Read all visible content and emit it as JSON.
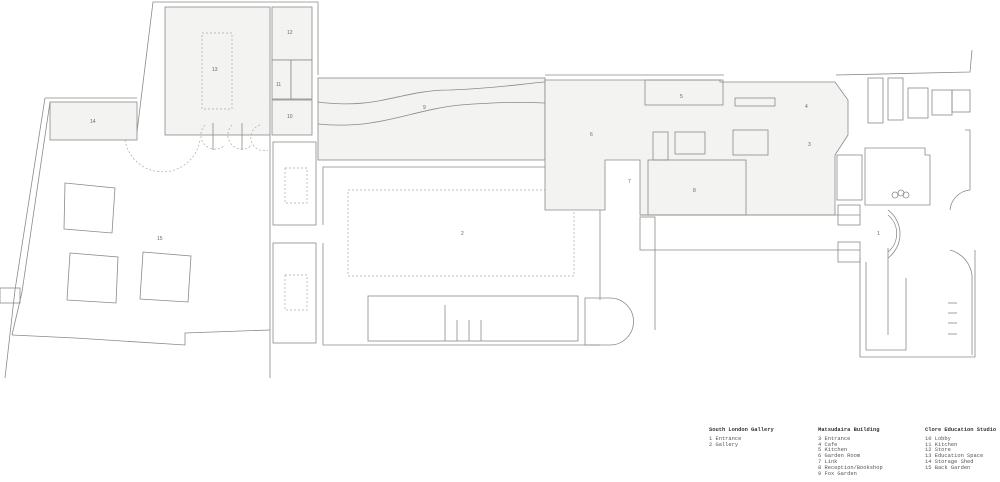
{
  "rooms": {
    "r1": "1",
    "r2": "2",
    "r3": "3",
    "r4": "4",
    "r5": "5",
    "r6": "6",
    "r7": "7",
    "r8": "8",
    "r9": "9",
    "r10": "10",
    "r11": "11",
    "r12": "12",
    "r13": "13",
    "r14": "14",
    "r15": "15"
  },
  "legend": [
    {
      "title": "South London Gallery",
      "items": [
        "1 Entrance",
        "2 Gallery"
      ]
    },
    {
      "title": "Matsudaira Building",
      "items": [
        "3 Entrance",
        "4 Cafe",
        "5 Kitchen",
        "6 Garden Room",
        "7 Link",
        "8 Reception/Bookshop",
        "9 Fox Garden"
      ]
    },
    {
      "title": "Clore Education Studio",
      "items": [
        "10 Lobby",
        "11 Kitchen",
        "12 Store",
        "13 Education Space",
        "14 Storage Shed",
        "15 Back Garden"
      ]
    }
  ]
}
